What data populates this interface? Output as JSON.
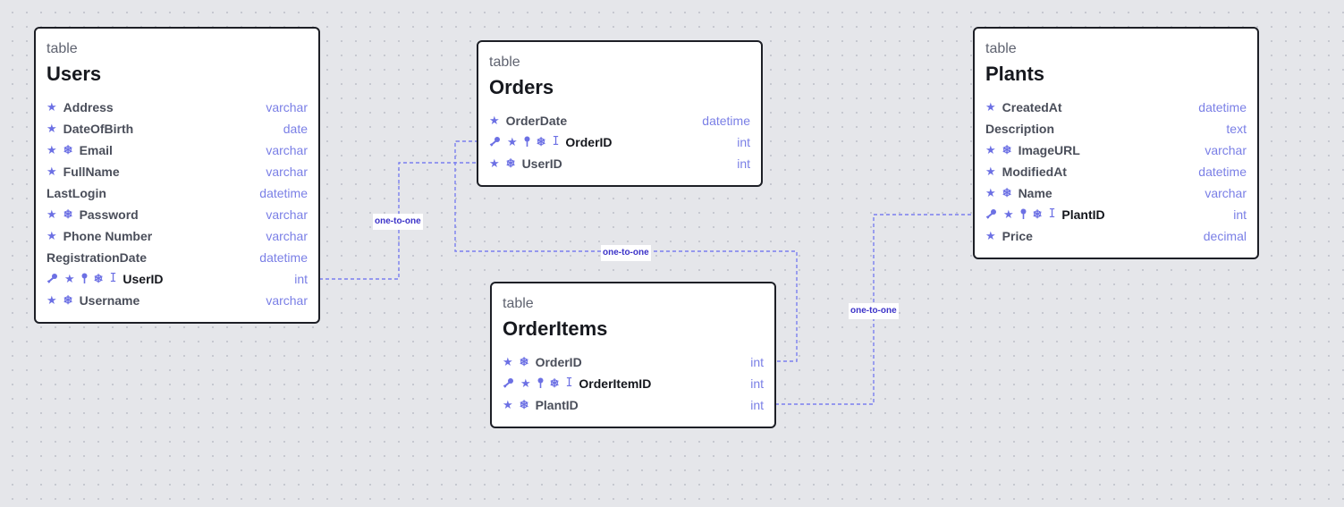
{
  "tables": [
    {
      "kind": "table",
      "name": "Users",
      "columns": [
        {
          "name": "Address",
          "type": "varchar",
          "icons": [
            "star"
          ]
        },
        {
          "name": "DateOfBirth",
          "type": "date",
          "icons": [
            "star"
          ]
        },
        {
          "name": "Email",
          "type": "varchar",
          "icons": [
            "star",
            "snowflake"
          ]
        },
        {
          "name": "FullName",
          "type": "varchar",
          "icons": [
            "star"
          ]
        },
        {
          "name": "LastLogin",
          "type": "datetime",
          "icons": []
        },
        {
          "name": "Password",
          "type": "varchar",
          "icons": [
            "star",
            "snowflake"
          ]
        },
        {
          "name": "Phone Number",
          "type": "varchar",
          "icons": [
            "star"
          ]
        },
        {
          "name": "RegistrationDate",
          "type": "datetime",
          "icons": []
        },
        {
          "name": "UserID",
          "type": "int",
          "icons": [
            "key",
            "star",
            "pin",
            "snowflake",
            "cursor"
          ],
          "primary": true
        },
        {
          "name": "Username",
          "type": "varchar",
          "icons": [
            "star",
            "snowflake"
          ]
        }
      ]
    },
    {
      "kind": "table",
      "name": "Orders",
      "columns": [
        {
          "name": "OrderDate",
          "type": "datetime",
          "icons": [
            "star"
          ]
        },
        {
          "name": "OrderID",
          "type": "int",
          "icons": [
            "key",
            "star",
            "pin",
            "snowflake",
            "cursor"
          ],
          "primary": true
        },
        {
          "name": "UserID",
          "type": "int",
          "icons": [
            "star",
            "snowflake"
          ]
        }
      ]
    },
    {
      "kind": "table",
      "name": "OrderItems",
      "columns": [
        {
          "name": "OrderID",
          "type": "int",
          "icons": [
            "star",
            "snowflake"
          ]
        },
        {
          "name": "OrderItemID",
          "type": "int",
          "icons": [
            "key",
            "star",
            "pin",
            "snowflake",
            "cursor"
          ],
          "primary": true
        },
        {
          "name": "PlantID",
          "type": "int",
          "icons": [
            "star",
            "snowflake"
          ]
        }
      ]
    },
    {
      "kind": "table",
      "name": "Plants",
      "columns": [
        {
          "name": "CreatedAt",
          "type": "datetime",
          "icons": [
            "star"
          ]
        },
        {
          "name": "Description",
          "type": "text",
          "icons": []
        },
        {
          "name": "ImageURL",
          "type": "varchar",
          "icons": [
            "star",
            "snowflake"
          ]
        },
        {
          "name": "ModifiedAt",
          "type": "datetime",
          "icons": [
            "star"
          ]
        },
        {
          "name": "Name",
          "type": "varchar",
          "icons": [
            "star",
            "snowflake"
          ]
        },
        {
          "name": "PlantID",
          "type": "int",
          "icons": [
            "key",
            "star",
            "pin",
            "snowflake",
            "cursor"
          ],
          "primary": true
        },
        {
          "name": "Price",
          "type": "decimal",
          "icons": [
            "star"
          ]
        }
      ]
    }
  ],
  "relations": [
    {
      "label": "one-to-one",
      "from": "Users.UserID",
      "to": "Orders.UserID"
    },
    {
      "label": "one-to-one",
      "from": "Orders.OrderID",
      "to": "OrderItems.OrderID"
    },
    {
      "label": "one-to-one",
      "from": "OrderItems.PlantID",
      "to": "Plants.PlantID"
    }
  ],
  "colors": {
    "accent": "#6c70e4",
    "type_text": "#7a7fe6",
    "edge": "#7b7ff0",
    "edge_label": "#3b32c8",
    "node_border": "#1d1f26",
    "canvas": "#e5e6ea"
  }
}
